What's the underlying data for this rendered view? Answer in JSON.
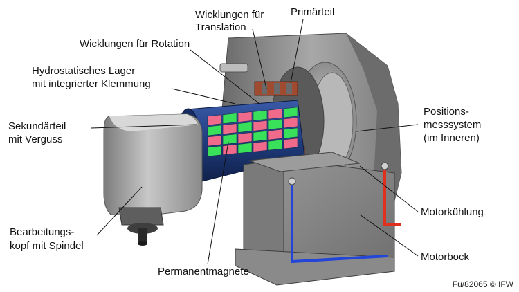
{
  "labels": {
    "windings_translation": [
      "Wicklungen für",
      "Translation"
    ],
    "primary_part": "Primärteil",
    "windings_rotation": "Wicklungen für Rotation",
    "hydrostatic_bearing": [
      "Hydrostatisches Lager",
      "mit integrierter Klemmung"
    ],
    "secondary_part": [
      "Sekundärteil",
      "mit Verguss"
    ],
    "position_system": [
      "Positions-",
      "messsystem",
      "(im Inneren)"
    ],
    "motor_cooling": "Motorkühlung",
    "motor_block": "Motorbock",
    "processing_head": [
      "Bearbeitungs-",
      "kopf mit Spindel"
    ],
    "permanent_magnets": "Permanentmagnete"
  },
  "credit": "Fu/82065 © IFW",
  "colors": {
    "housing": "#8f8f8f",
    "housing_dark": "#5e5e5e",
    "rotor": "#1f3a78",
    "magnet_green": "#39e05a",
    "magnet_pink": "#f06a8c",
    "coolant_red": "#e0301e",
    "coolant_blue": "#2346d8",
    "winding": "#a04a30"
  }
}
